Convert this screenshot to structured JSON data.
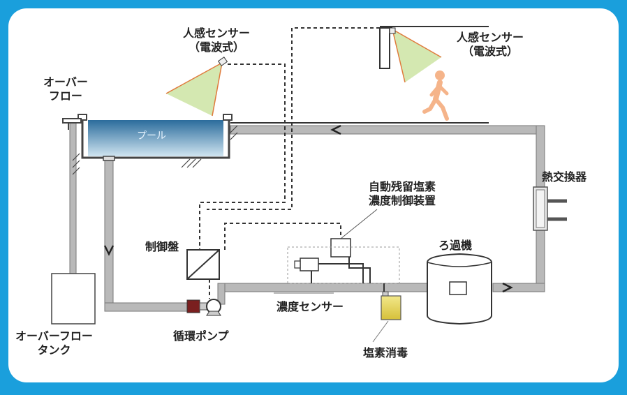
{
  "colors": {
    "frame": "#1a9fdc",
    "pipe": "#b9b9b9",
    "pool_top": "#2b6c9c",
    "pool_bottom": "#cfe4f0",
    "sensor_beam": "#cfe6a8",
    "sensor_line": "#e07a3c",
    "person": "#f5b48a",
    "valve": "#7a1f1f",
    "chlorine_tank": "#e0cf4a"
  },
  "labels": {
    "sensor_left_1": "人感センサー",
    "sensor_left_2": "（電波式）",
    "sensor_right_1": "人感センサー",
    "sensor_right_2": "（電波式）",
    "overflow_1": "オーバー",
    "overflow_2": "フロー",
    "pool": "プール",
    "heat_exchanger": "熱交換器",
    "auto_chlorine_1": "自動残留塩素",
    "auto_chlorine_2": "濃度制御装置",
    "control_panel": "制御盤",
    "filter": "ろ過機",
    "concentration_sensor": "濃度センサー",
    "overflow_tank_1": "オーバーフロー",
    "overflow_tank_2": "タンク",
    "circulation_pump": "循環ポンプ",
    "chlorine_disinfection": "塩素消毒"
  }
}
